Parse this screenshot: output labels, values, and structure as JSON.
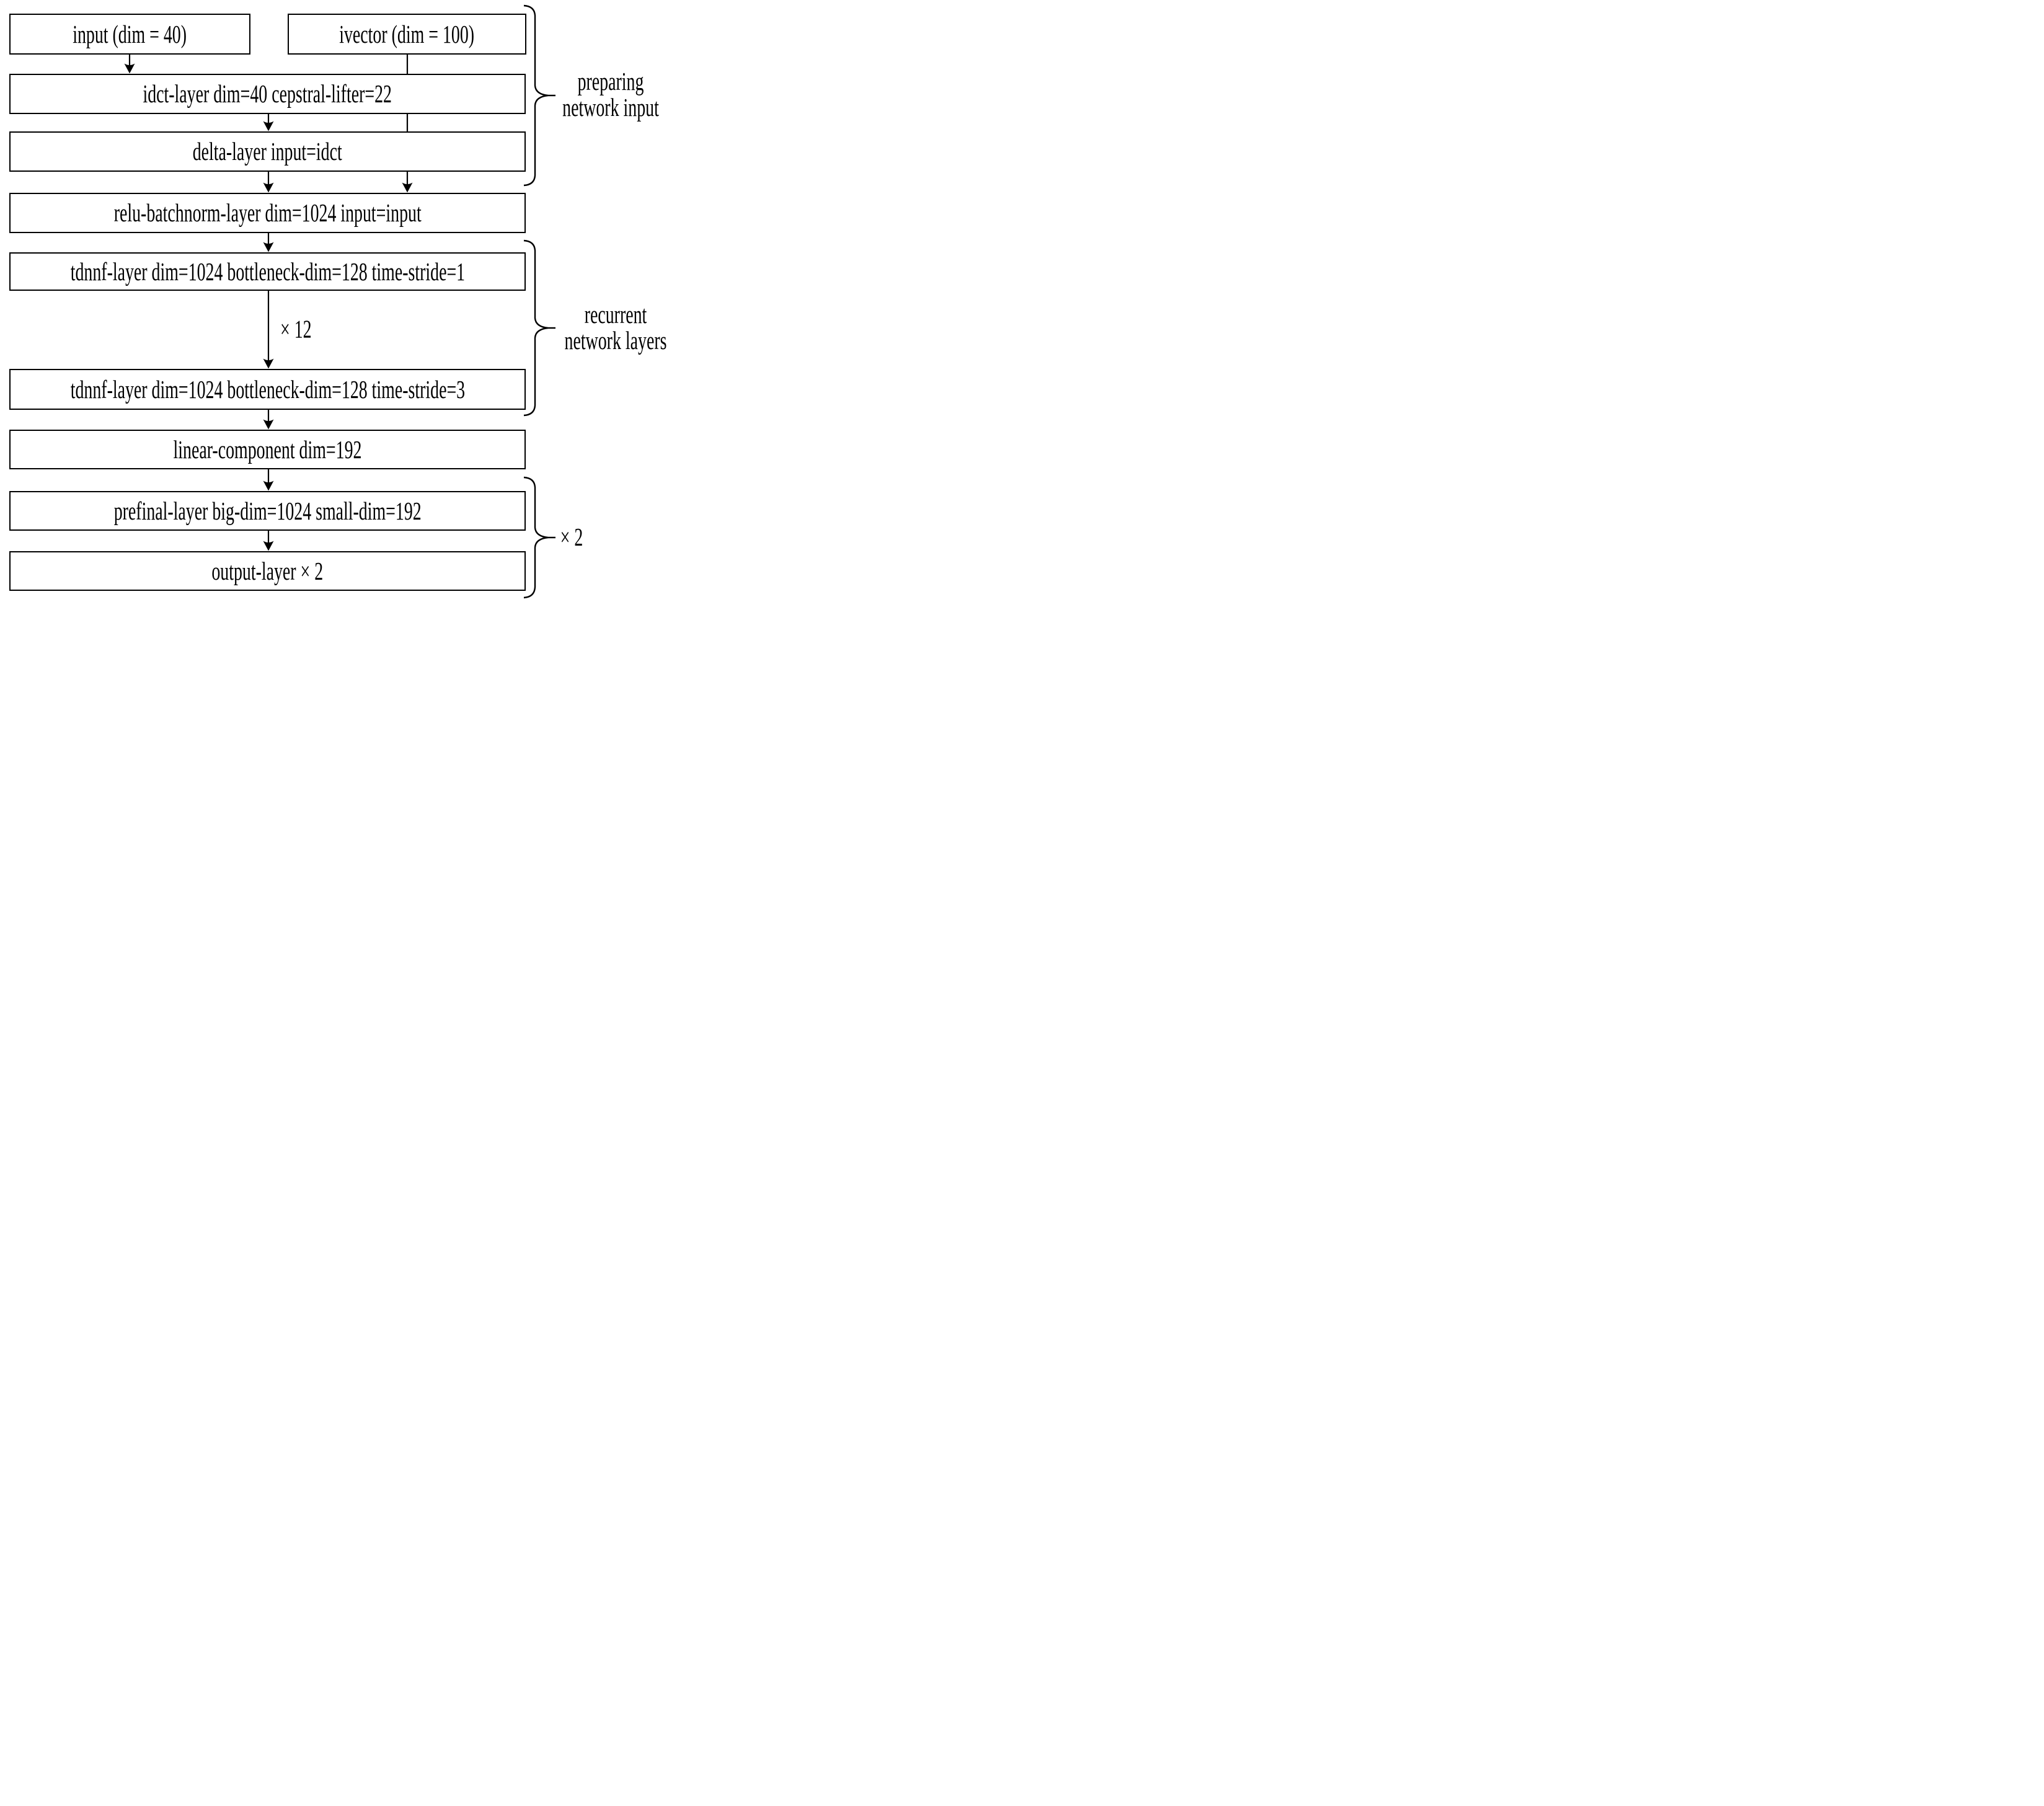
{
  "figure": {
    "title": "TDNN-F acoustic model network configuration diagram",
    "colors": {
      "stroke": "#000000",
      "background": "#ffffff"
    },
    "nodes": [
      {
        "id": "input",
        "label": "input (dim = 40)"
      },
      {
        "id": "ivector",
        "label": "ivector (dim = 100)"
      },
      {
        "id": "idct",
        "label": "idct-layer dim=40 cepstral-lifter=22"
      },
      {
        "id": "delta",
        "label": "delta-layer input=idct"
      },
      {
        "id": "relu",
        "label": "relu-batchnorm-layer dim=1024 input=input"
      },
      {
        "id": "tdnnf1",
        "label": "tdnnf-layer dim=1024 bottleneck-dim=128 time-stride=1"
      },
      {
        "id": "tdnnf3",
        "label": "tdnnf-layer dim=1024 bottleneck-dim=128 time-stride=3"
      },
      {
        "id": "linear",
        "label": "linear-component dim=192"
      },
      {
        "id": "prefinal",
        "label": "prefinal-layer big-dim=1024 small-dim=192"
      },
      {
        "id": "output",
        "label": "output-layer × 2"
      }
    ],
    "edge_labels": {
      "repeat_tdnnf": "× 12"
    },
    "group_labels": {
      "preparing": {
        "line1": "preparing",
        "line2": "network input"
      },
      "recurrent": {
        "line1": "recurrent",
        "line2": "network layers"
      },
      "final_repeat": "× 2"
    }
  }
}
